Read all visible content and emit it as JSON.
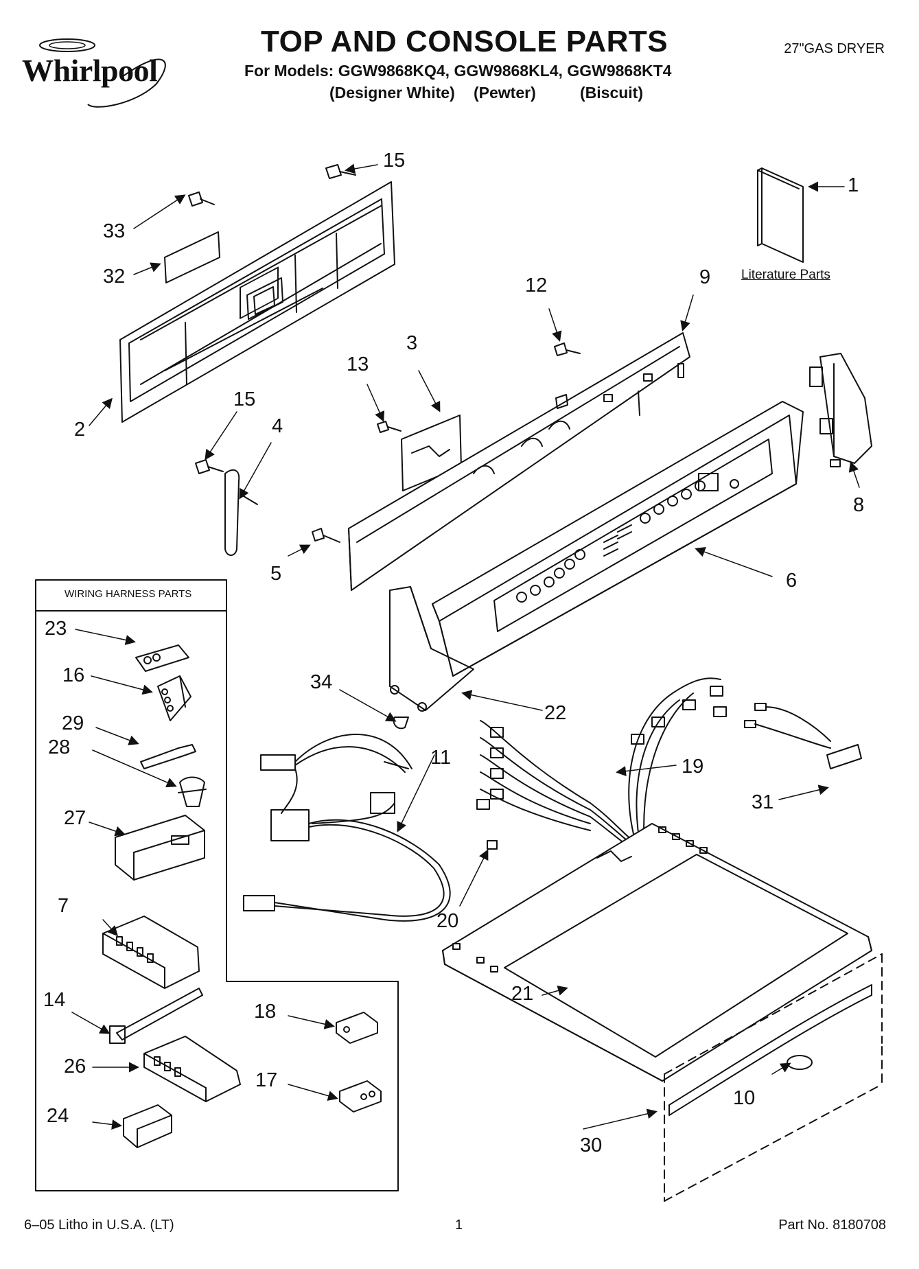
{
  "header": {
    "brand": "Whirlpool",
    "title": "TOP AND CONSOLE PARTS",
    "models_line": "For Models: GGW9868KQ4, GGW9868KL4, GGW9868KT4",
    "variants": [
      "(Designer White)",
      "(Pewter)",
      "(Biscuit)"
    ],
    "dryer_type": "27\"GAS DRYER"
  },
  "literature_label": "Literature Parts",
  "wiring_harness_title": "WIRING HARNESS PARTS",
  "callouts": {
    "c1": "1",
    "c2": "2",
    "c3": "3",
    "c4": "4",
    "c5": "5",
    "c6": "6",
    "c7": "7",
    "c8": "8",
    "c9": "9",
    "c10": "10",
    "c11": "11",
    "c12": "12",
    "c13": "13",
    "c14": "14",
    "c15a": "15",
    "c15b": "15",
    "c16": "16",
    "c17": "17",
    "c18": "18",
    "c19": "19",
    "c20": "20",
    "c21": "21",
    "c22": "22",
    "c23": "23",
    "c24": "24",
    "c26": "26",
    "c27": "27",
    "c28": "28",
    "c29": "29",
    "c30": "30",
    "c31": "31",
    "c32": "32",
    "c33": "33",
    "c34": "34"
  },
  "footer": {
    "litho": "6–05 Litho in U.S.A. (LT)",
    "page": "1",
    "part_no": "Part No. 8180708"
  }
}
